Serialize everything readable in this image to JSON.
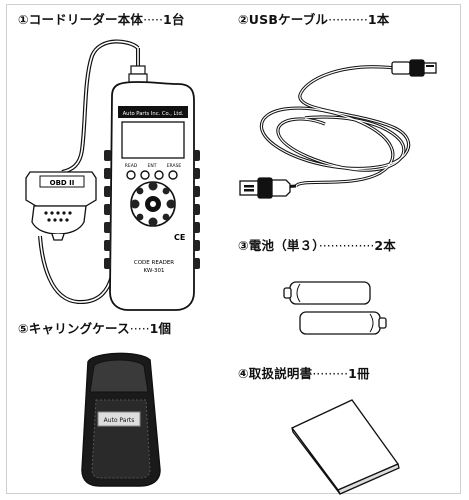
{
  "items": [
    {
      "number": "①",
      "name": "コードリーダー本体",
      "leader": "·····",
      "qty": "1台"
    },
    {
      "number": "②",
      "name": "USBケーブル",
      "leader": "··········",
      "qty": "1本"
    },
    {
      "number": "③",
      "name": "電池（単３）",
      "leader": "··············",
      "qty": "2本"
    },
    {
      "number": "④",
      "name": "取扱説明書",
      "leader": "·········",
      "qty": "1冊"
    },
    {
      "number": "⑤",
      "name": "キャリングケース",
      "leader": "·····",
      "qty": "1個"
    }
  ],
  "device": {
    "brand_band": "Auto Parts Inc. Co., Ltd.",
    "buttons": [
      "READ",
      "ENT",
      "ERASE"
    ],
    "ce_mark": "CE",
    "model_line1": "CODE READER",
    "model_line2": "KW-301",
    "connector_label": "OBD II"
  },
  "case_badge": "Auto Parts"
}
